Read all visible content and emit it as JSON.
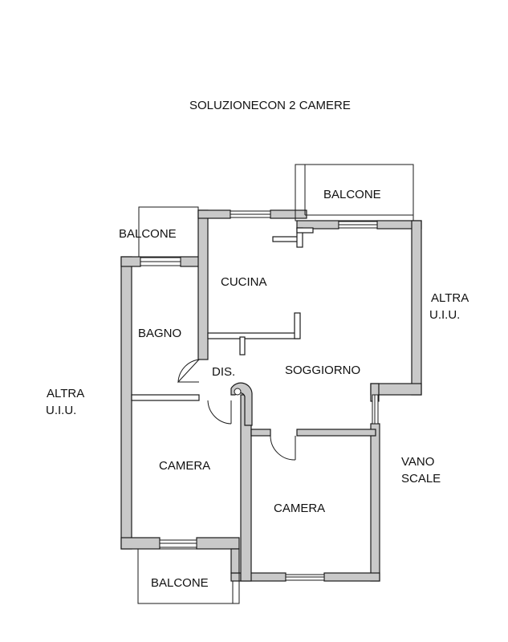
{
  "title": "SOLUZIONECON 2 CAMERE",
  "rooms": {
    "balcone_top_right": "BALCONE",
    "balcone_top_left": "BALCONE",
    "cucina": "CUCINA",
    "bagno": "BAGNO",
    "dis": "DIS.",
    "soggiorno": "SOGGIORNO",
    "camera_left": "CAMERA",
    "camera_right": "CAMERA",
    "balcone_bottom": "BALCONE"
  },
  "surroundings": {
    "altra_right_line1": "ALTRA",
    "altra_right_line2": "U.I.U.",
    "altra_left_line1": "ALTRA",
    "altra_left_line2": "U.I.U.",
    "vano_line1": "VANO",
    "vano_line2": "SCALE"
  },
  "colors": {
    "wall_fill": "#c9c9c9",
    "line": "#1a1a1a",
    "background": "#ffffff"
  }
}
